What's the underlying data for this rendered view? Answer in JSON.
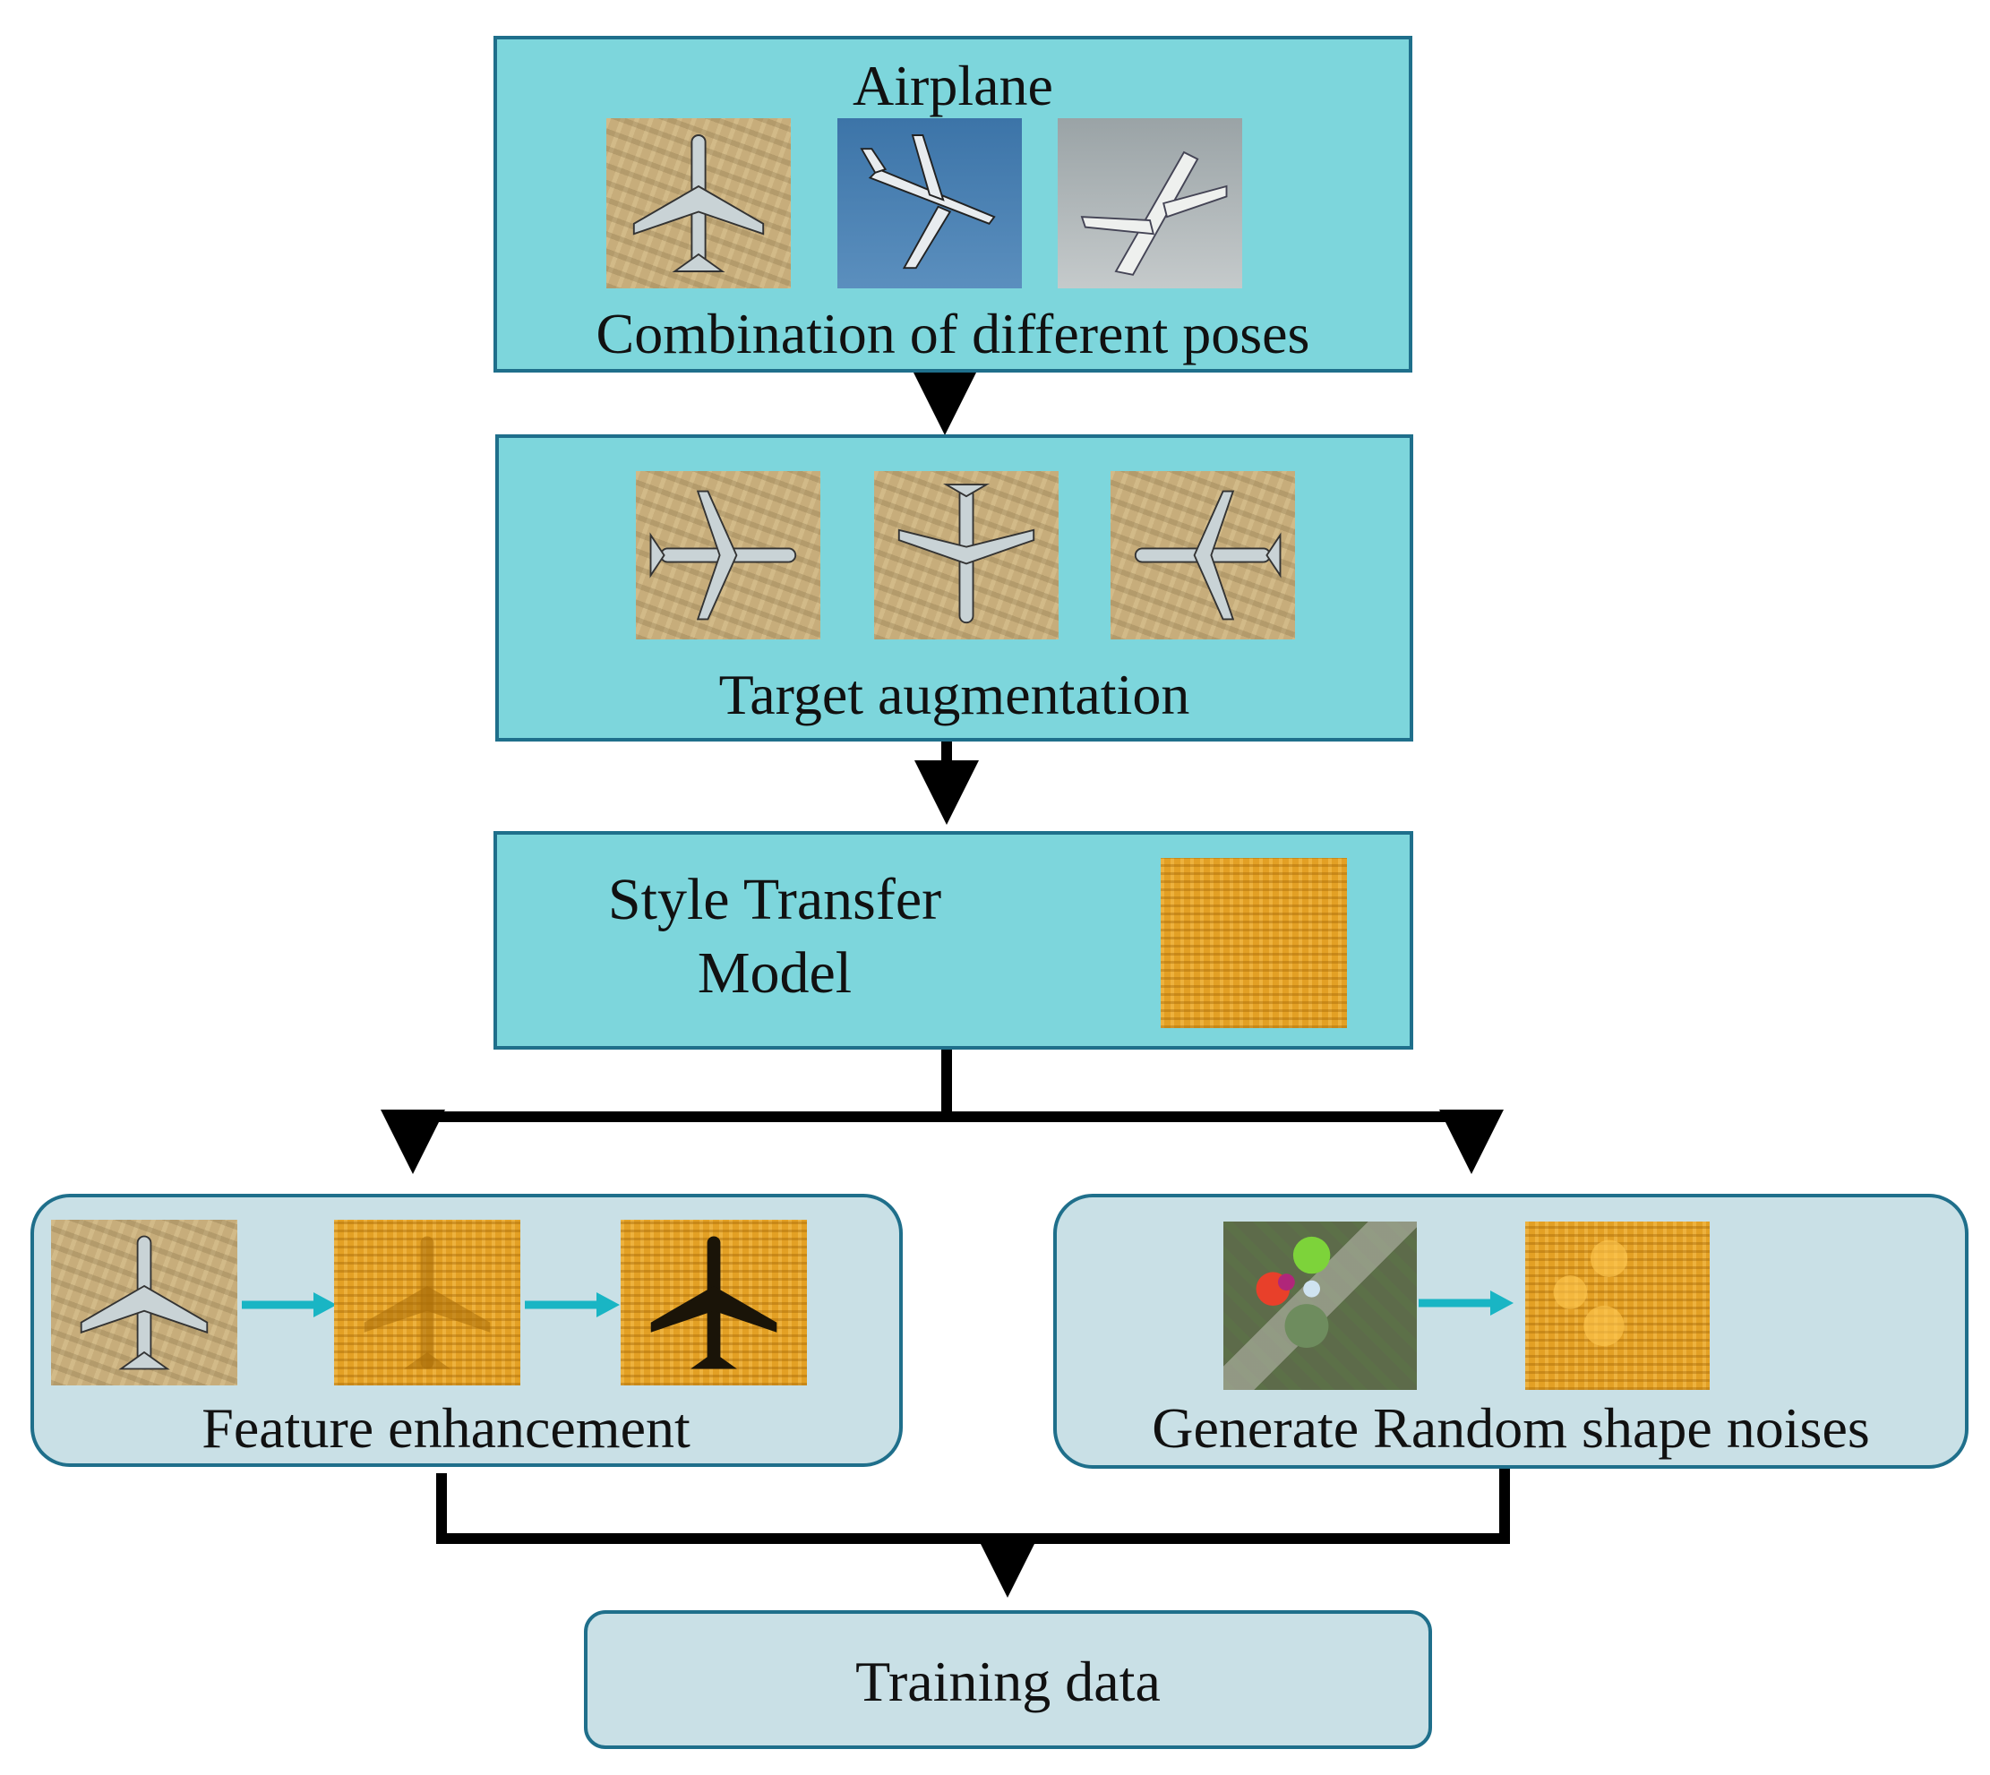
{
  "boxes": {
    "airplane": {
      "title": "Airplane",
      "caption": "Combination of different poses"
    },
    "augmentation": {
      "caption": "Target augmentation"
    },
    "style_transfer": {
      "line1": "Style Transfer",
      "line2": "Model"
    },
    "feature": {
      "caption": "Feature enhancement"
    },
    "noise": {
      "caption": "Generate Random shape noises"
    },
    "training": {
      "label": "Training data"
    }
  },
  "colors": {
    "box_fill": "#7dd6dc",
    "box_border": "#1f6f8b",
    "rounded_fill": "#c9e0e6",
    "connector": "#000000",
    "inner_arrow": "#19b5c4",
    "style_texture": "#e3a024"
  }
}
